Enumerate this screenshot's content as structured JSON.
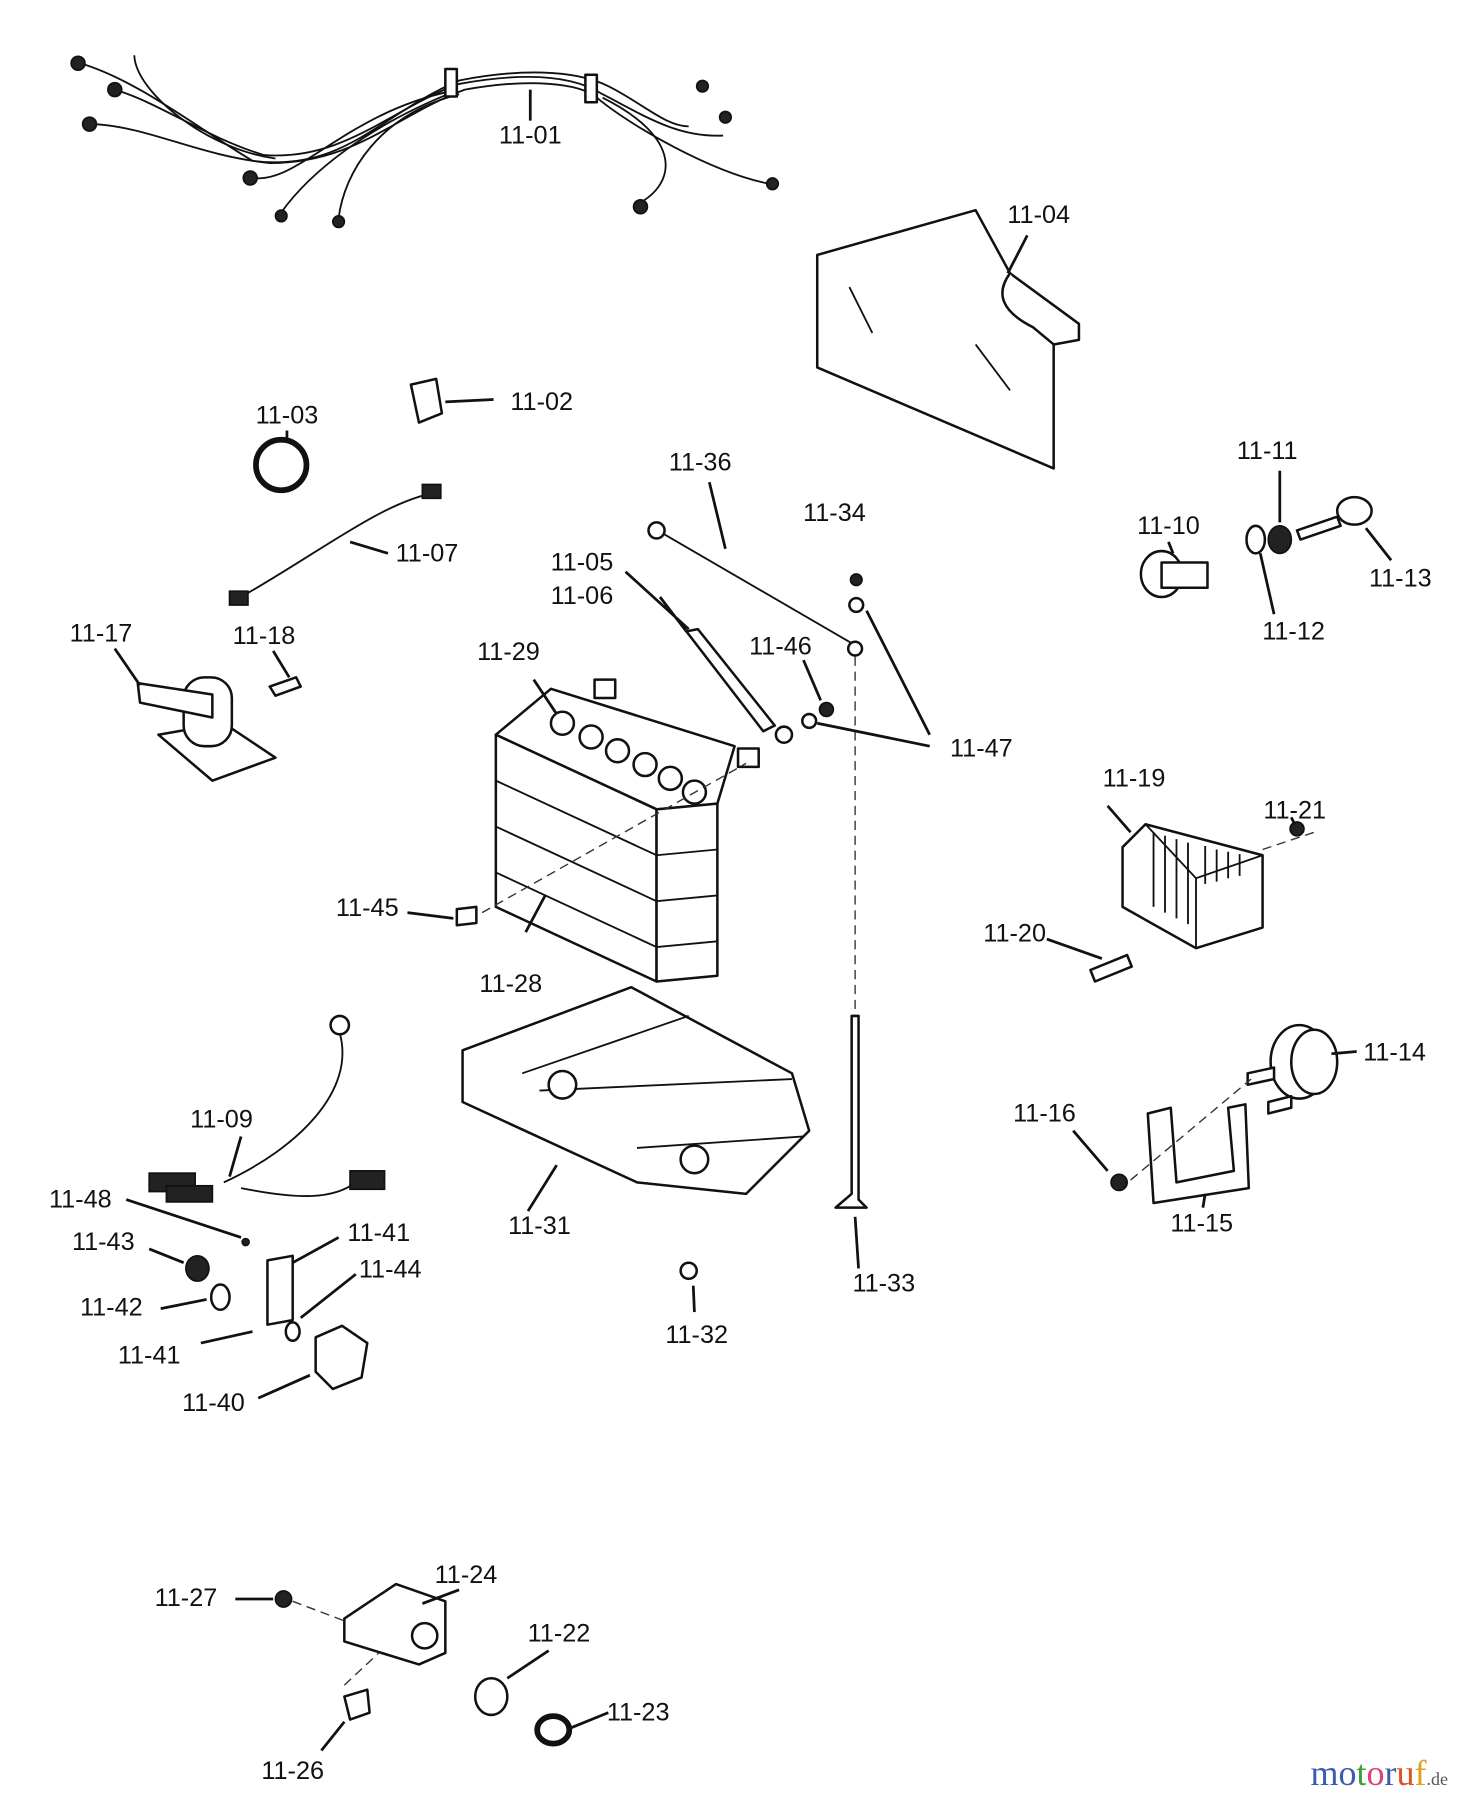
{
  "diagram": {
    "labels": [
      "11-01",
      "11-04",
      "11-02",
      "11-03",
      "11-36",
      "11-34",
      "11-11",
      "11-10",
      "11-13",
      "11-12",
      "11-07",
      "11-05",
      "11-06",
      "11-17",
      "11-18",
      "11-29",
      "11-46",
      "11-47",
      "11-19",
      "11-21",
      "11-45",
      "11-20",
      "11-28",
      "11-14",
      "11-09",
      "11-16",
      "11-48",
      "11-41",
      "11-43",
      "11-44",
      "11-31",
      "11-15",
      "11-33",
      "11-42",
      "11-32",
      "11-41",
      "11-40",
      "11-24",
      "11-27",
      "11-22",
      "11-23",
      "11-26"
    ]
  },
  "watermark": {
    "text": "motoruf",
    "suffix": ".de",
    "colors": [
      "#3a5bb0",
      "#3a5bb0",
      "#3aa040",
      "#e0407a",
      "#3a5bb0",
      "#e05020",
      "#e0a020",
      "#e8c020"
    ]
  }
}
